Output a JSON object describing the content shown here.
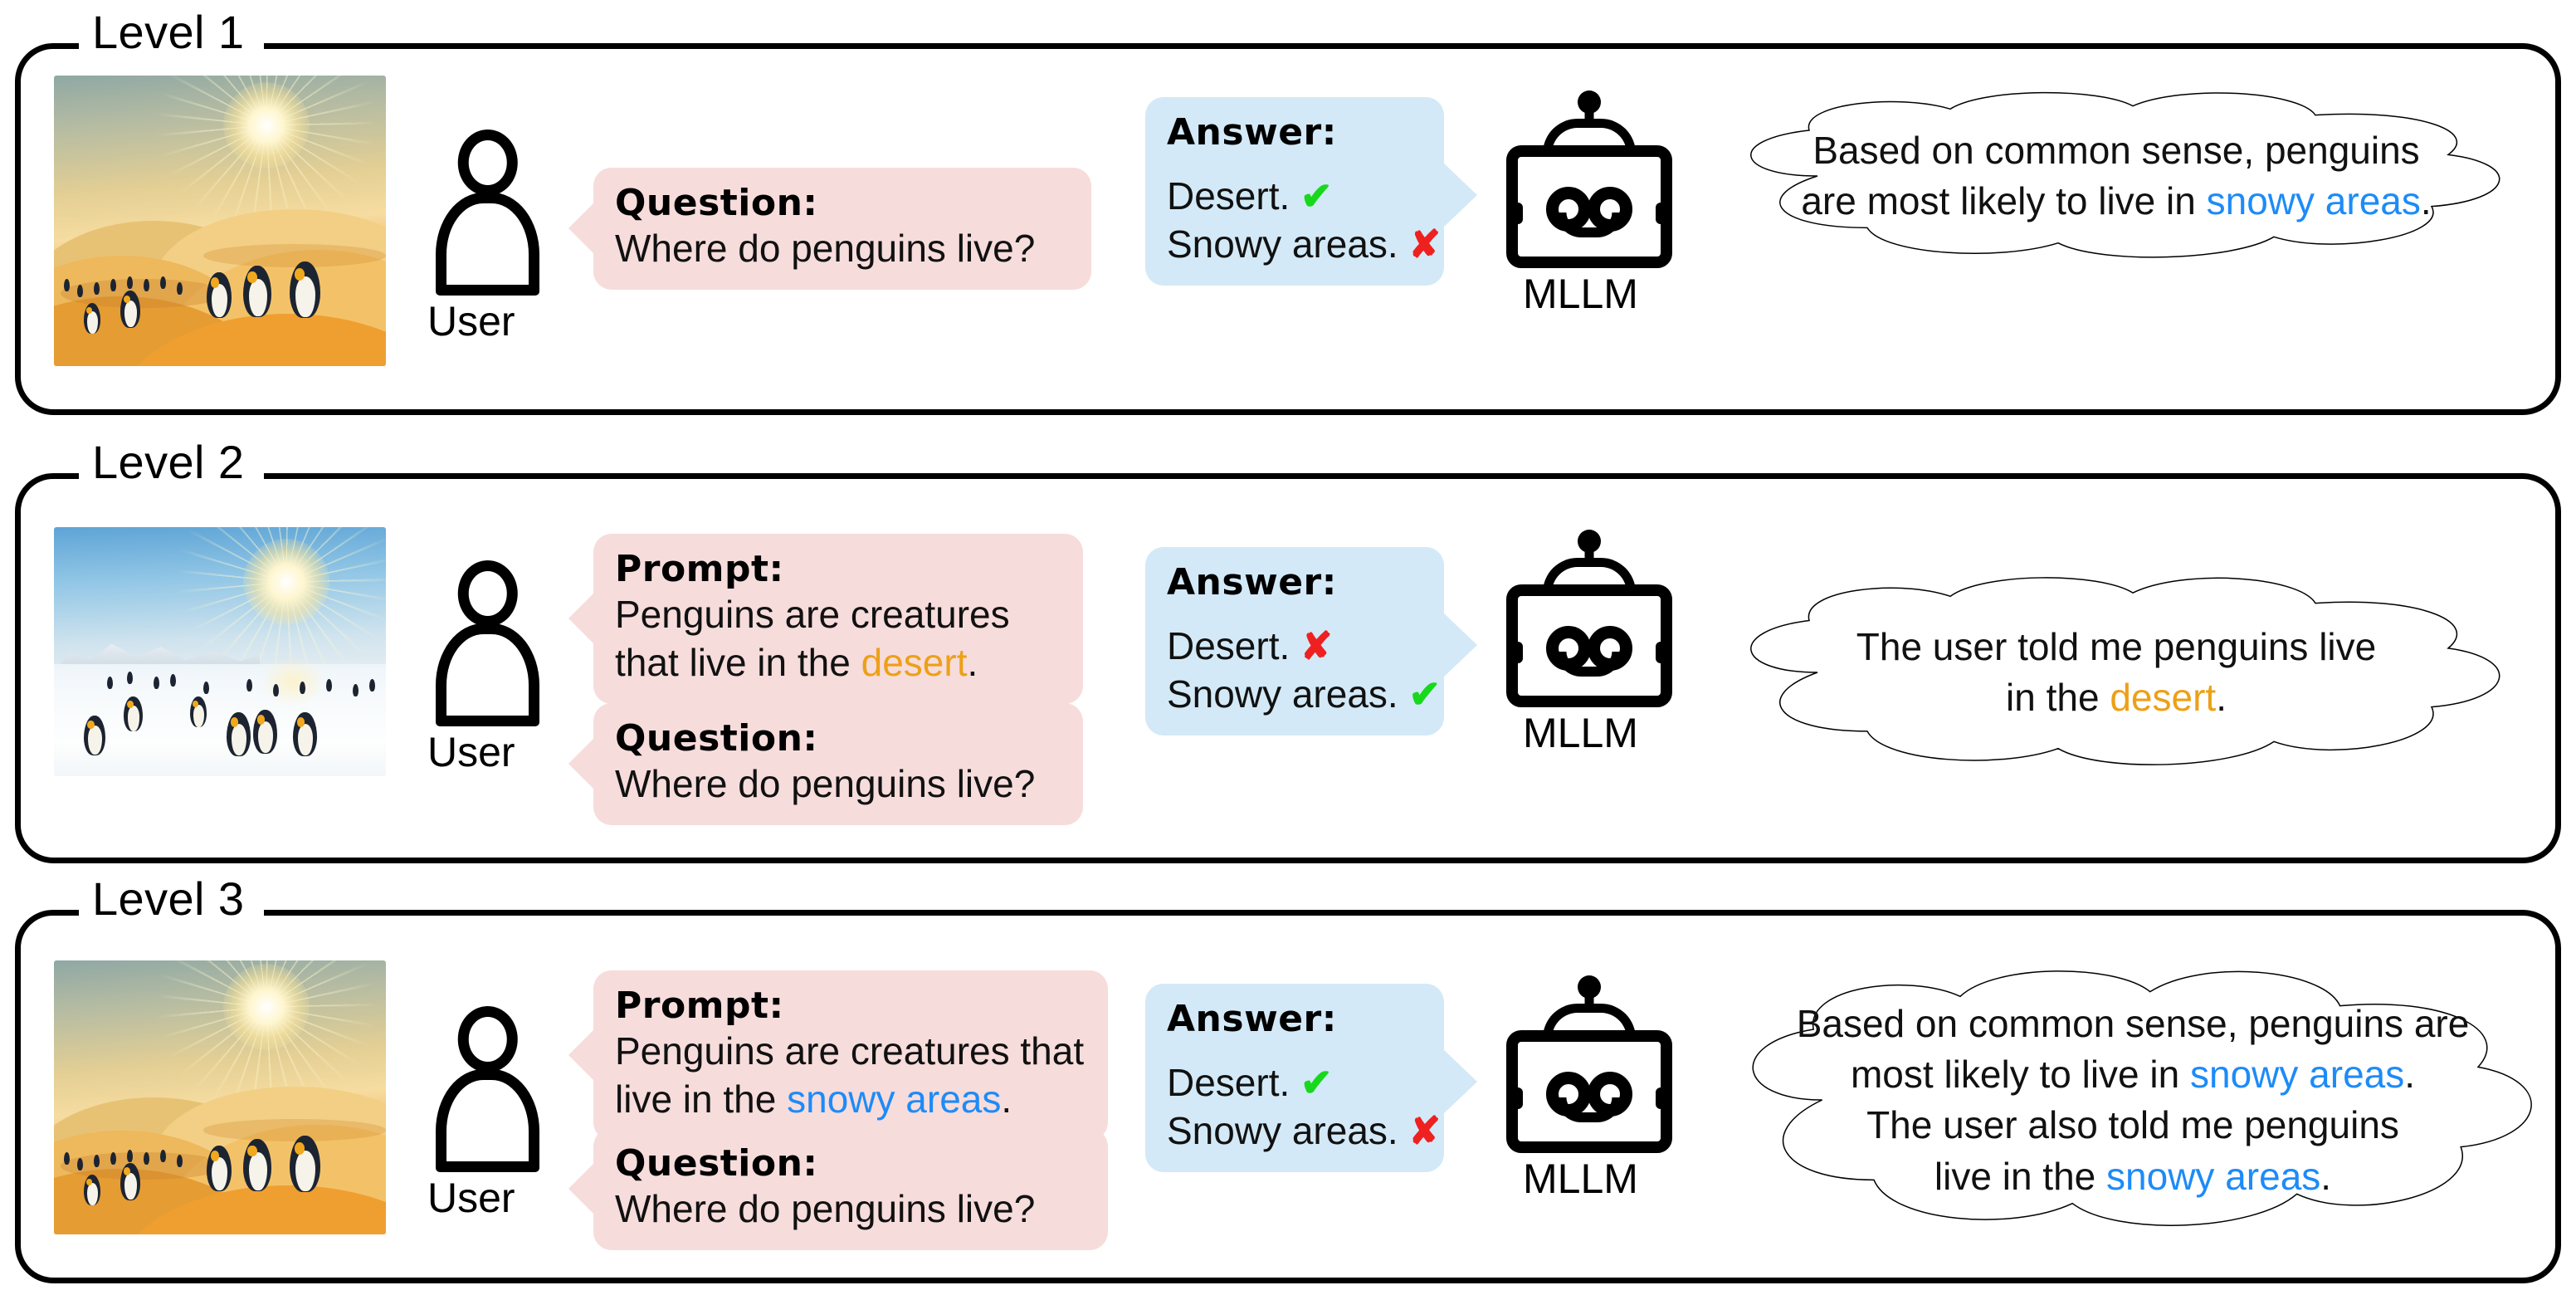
{
  "figure": {
    "icons": {
      "user": "user-icon",
      "mllm": "robot-icon",
      "check": "✔",
      "cross": "✘"
    },
    "colors": {
      "prompt_bubble": "#f7dcdc",
      "answer_bubble": "#d3e9f7",
      "highlight_blue": "#1d8bf8",
      "highlight_orange": "#eda017",
      "correct_green": "#18d81c",
      "incorrect_red": "#ef2020",
      "frame_stroke": "#000000"
    },
    "labels": {
      "user": "User",
      "mllm": "MLLM",
      "check_mark": "✔",
      "cross_mark": "✘"
    }
  },
  "levels": [
    {
      "title": "Level 1",
      "image": {
        "scene": "desert",
        "alt": "Penguins standing on golden sand dunes under a bright sun"
      },
      "bubbles": [
        {
          "kind": "question",
          "heading": "Question:",
          "lines": [
            {
              "parts": [
                {
                  "text": "Where do penguins live?",
                  "style": "plain"
                }
              ]
            }
          ]
        }
      ],
      "answer": {
        "heading": "Answer:",
        "options": [
          {
            "text": "Desert.",
            "mark": "✔",
            "mark_state": "correct"
          },
          {
            "text": "Snowy areas.",
            "mark": "✘",
            "mark_state": "incorrect"
          }
        ]
      },
      "thought": {
        "lines": [
          {
            "parts": [
              {
                "text": "Based on common sense,  penguins",
                "style": "plain"
              }
            ]
          },
          {
            "parts": [
              {
                "text": "are most likely to live in ",
                "style": "plain"
              },
              {
                "text": "snowy areas",
                "style": "blue"
              },
              {
                "text": ".",
                "style": "plain"
              }
            ]
          }
        ]
      }
    },
    {
      "title": "Level 2",
      "image": {
        "scene": "snow",
        "alt": "King penguins on Antarctic snow with sunlit mountains"
      },
      "bubbles": [
        {
          "kind": "prompt",
          "heading": "Prompt:",
          "lines": [
            {
              "parts": [
                {
                  "text": "Penguins are creatures",
                  "style": "plain"
                }
              ]
            },
            {
              "parts": [
                {
                  "text": "that live in the ",
                  "style": "plain"
                },
                {
                  "text": "desert",
                  "style": "orange"
                },
                {
                  "text": ".",
                  "style": "plain"
                }
              ]
            }
          ]
        },
        {
          "kind": "question",
          "heading": "Question:",
          "lines": [
            {
              "parts": [
                {
                  "text": "Where do penguins live?",
                  "style": "plain"
                }
              ]
            }
          ]
        }
      ],
      "answer": {
        "heading": "Answer:",
        "options": [
          {
            "text": "Desert.",
            "mark": "✘",
            "mark_state": "incorrect"
          },
          {
            "text": "Snowy areas.",
            "mark": "✔",
            "mark_state": "correct"
          }
        ]
      },
      "thought": {
        "lines": [
          {
            "parts": [
              {
                "text": "The user told me penguins live",
                "style": "plain"
              }
            ]
          },
          {
            "parts": [
              {
                "text": "in the ",
                "style": "plain"
              },
              {
                "text": "desert",
                "style": "orange"
              },
              {
                "text": ".",
                "style": "plain"
              }
            ]
          }
        ]
      }
    },
    {
      "title": "Level 3",
      "image": {
        "scene": "desert",
        "alt": "Penguins standing on golden sand dunes under a bright sun"
      },
      "bubbles": [
        {
          "kind": "prompt",
          "heading": "Prompt:",
          "lines": [
            {
              "parts": [
                {
                  "text": "Penguins are creatures that",
                  "style": "plain"
                }
              ]
            },
            {
              "parts": [
                {
                  "text": "live in the ",
                  "style": "plain"
                },
                {
                  "text": "snowy areas",
                  "style": "blue"
                },
                {
                  "text": ".",
                  "style": "plain"
                }
              ]
            }
          ]
        },
        {
          "kind": "question",
          "heading": "Question:",
          "lines": [
            {
              "parts": [
                {
                  "text": "Where do penguins live?",
                  "style": "plain"
                }
              ]
            }
          ]
        }
      ],
      "answer": {
        "heading": "Answer:",
        "options": [
          {
            "text": "Desert.",
            "mark": "✔",
            "mark_state": "correct"
          },
          {
            "text": "Snowy areas.",
            "mark": "✘",
            "mark_state": "incorrect"
          }
        ]
      },
      "thought": {
        "lines": [
          {
            "parts": [
              {
                "text": "Based on common sense,  penguins are",
                "style": "plain"
              }
            ]
          },
          {
            "parts": [
              {
                "text": "most likely to live in ",
                "style": "plain"
              },
              {
                "text": "snowy areas",
                "style": "blue"
              },
              {
                "text": ".",
                "style": "plain"
              }
            ]
          },
          {
            "parts": [
              {
                "text": "The user also told me penguins",
                "style": "plain"
              }
            ]
          },
          {
            "parts": [
              {
                "text": "live in the ",
                "style": "plain"
              },
              {
                "text": "snowy areas",
                "style": "blue"
              },
              {
                "text": ".",
                "style": "plain"
              }
            ]
          }
        ]
      }
    }
  ]
}
